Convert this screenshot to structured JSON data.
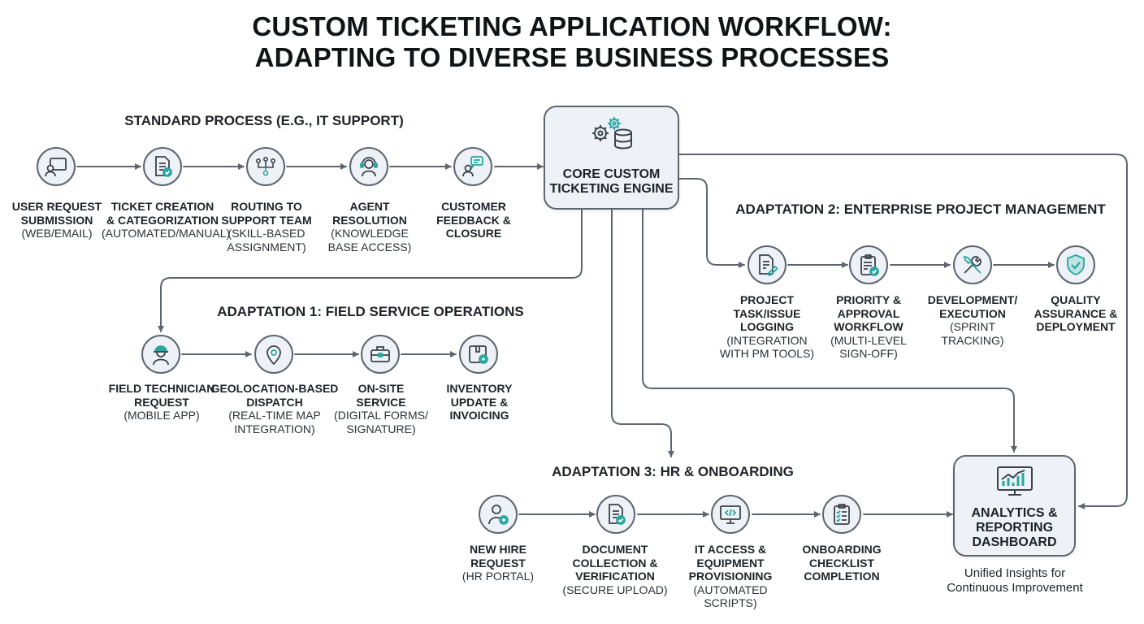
{
  "title": {
    "line1": "CUSTOM TICKETING APPLICATION WORKFLOW:",
    "line2": "ADAPTING TO DIVERSE BUSINESS PROCESSES"
  },
  "colors": {
    "stroke": "#5d6670",
    "node_fill": "#eef2f6",
    "accent": "#2aa6a0"
  },
  "core": {
    "label": "CORE CUSTOM\nTICKETING ENGINE",
    "icon": "gears-database-icon"
  },
  "analytics": {
    "label": "ANALYTICS &\nREPORTING\nDASHBOARD",
    "icon": "bar-chart-monitor-icon",
    "caption": "Unified Insights for\nContinuous Improvement"
  },
  "standard": {
    "heading": "STANDARD PROCESS (E.G., IT SUPPORT)",
    "steps": [
      {
        "title": "USER REQUEST\nSUBMISSION",
        "sub": "(WEB/EMAIL)",
        "icon": "user-monitor-icon"
      },
      {
        "title": "TICKET CREATION\n& CATEGORIZATION",
        "sub": "(AUTOMATED/MANUAL)",
        "icon": "document-check-icon"
      },
      {
        "title": "ROUTING TO\nSUPPORT TEAM",
        "sub": "(SKILL-BASED\nASSIGNMENT)",
        "icon": "routing-people-icon"
      },
      {
        "title": "AGENT\nRESOLUTION",
        "sub": "(KNOWLEDGE\nBASE ACCESS)",
        "icon": "headset-agent-icon"
      },
      {
        "title": "CUSTOMER\nFEEDBACK &\nCLOSURE",
        "sub": "",
        "icon": "user-chat-icon"
      }
    ]
  },
  "adaptation1": {
    "heading": "ADAPTATION 1: FIELD SERVICE OPERATIONS",
    "steps": [
      {
        "title": "FIELD TECHNICIAN\nREQUEST",
        "sub": "(MOBILE APP)",
        "icon": "hardhat-worker-icon"
      },
      {
        "title": "GEOLOCATION-BASED\nDISPATCH",
        "sub": "(REAL-TIME MAP\nINTEGRATION)",
        "icon": "map-pin-icon"
      },
      {
        "title": "ON-SITE\nSERVICE",
        "sub": "(DIGITAL FORMS/\nSIGNATURE)",
        "icon": "toolbox-icon"
      },
      {
        "title": "INVENTORY\nUPDATE &\nINVOICING",
        "sub": "",
        "icon": "package-invoice-icon"
      }
    ]
  },
  "adaptation2": {
    "heading": "ADAPTATION 2: ENTERPRISE PROJECT MANAGEMENT",
    "steps": [
      {
        "title": "PROJECT\nTASK/ISSUE\nLOGGING",
        "sub": "(INTEGRATION\nWITH PM TOOLS)",
        "icon": "document-pencil-icon"
      },
      {
        "title": "PRIORITY &\nAPPROVAL\nWORKFLOW",
        "sub": "(MULTI-LEVEL\nSIGN-OFF)",
        "icon": "clipboard-check-icon"
      },
      {
        "title": "DEVELOPMENT/\nEXECUTION",
        "sub": "(SPRINT\nTRACKING)",
        "icon": "wrench-screwdriver-icon"
      },
      {
        "title": "QUALITY\nASSURANCE &\nDEPLOYMENT",
        "sub": "",
        "icon": "shield-check-icon"
      }
    ]
  },
  "adaptation3": {
    "heading": "ADAPTATION 3: HR & ONBOARDING",
    "steps": [
      {
        "title": "NEW HIRE\nREQUEST",
        "sub": "(HR PORTAL)",
        "icon": "new-hire-user-icon"
      },
      {
        "title": "DOCUMENT\nCOLLECTION &\nVERIFICATION",
        "sub": "(SECURE UPLOAD)",
        "icon": "document-check-icon"
      },
      {
        "title": "IT ACCESS &\nEQUIPMENT\nPROVISIONING",
        "sub": "(AUTOMATED\nSCRIPTS)",
        "icon": "code-monitor-icon"
      },
      {
        "title": "ONBOARDING\nCHECKLIST\nCOMPLETION",
        "sub": "",
        "icon": "checklist-icon"
      }
    ]
  }
}
